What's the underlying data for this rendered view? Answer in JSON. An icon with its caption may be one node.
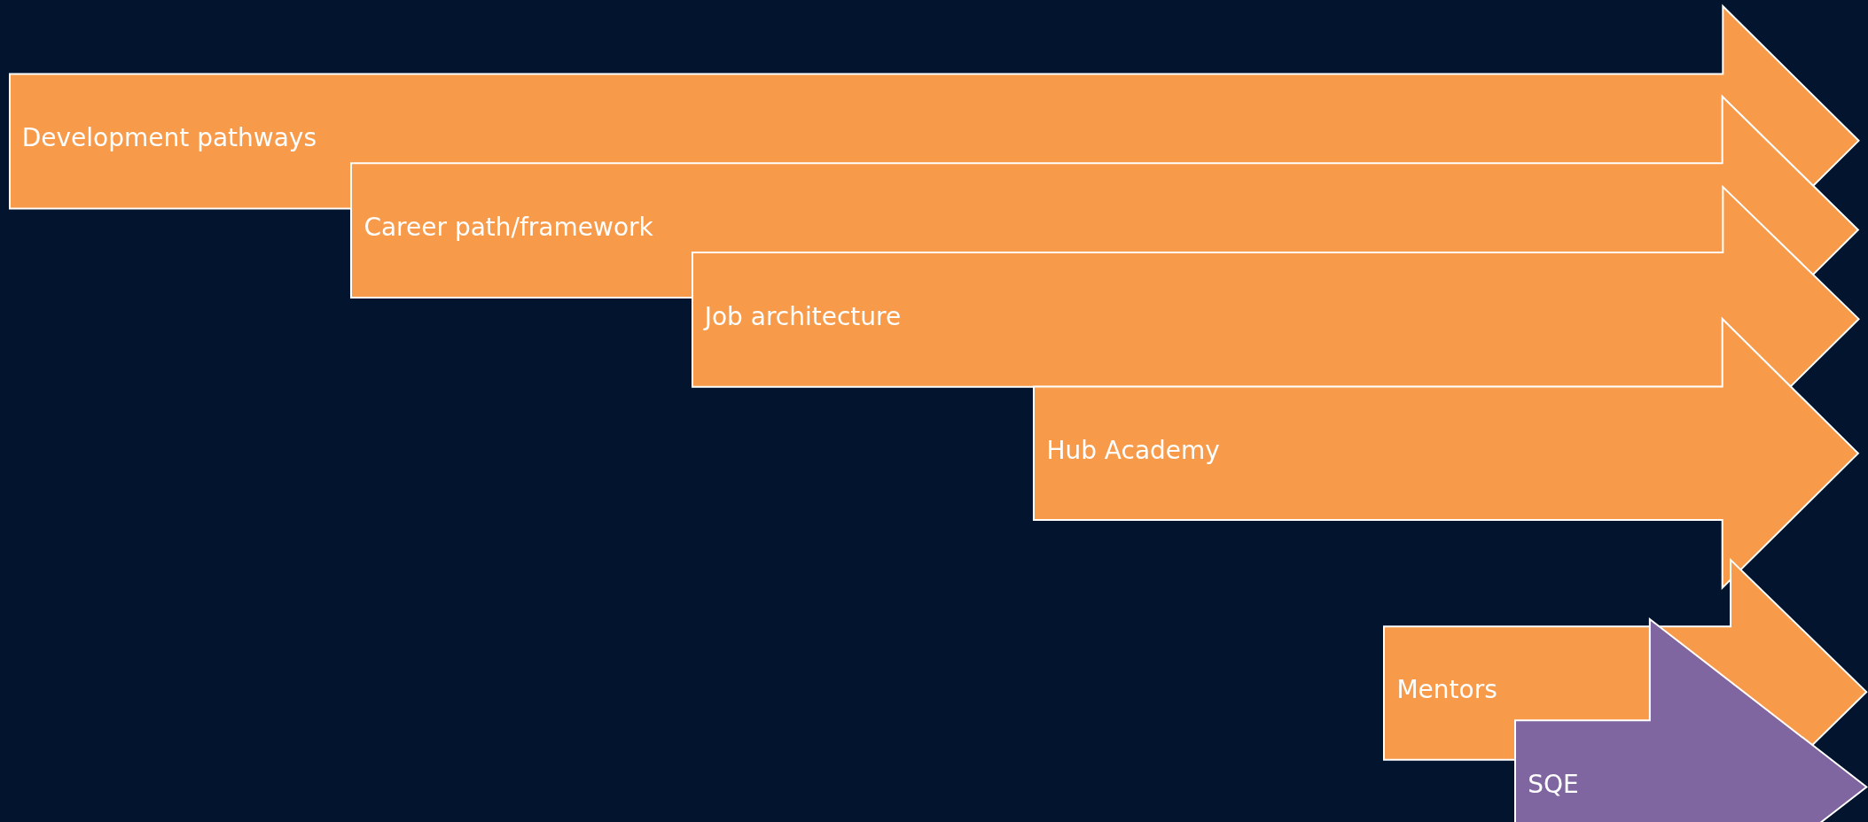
{
  "diagram": {
    "nodes": [
      {
        "text": [
          "Development pathways"
        ]
      },
      {
        "text": [
          "Career path/framework"
        ]
      },
      {
        "text": [
          "Job architecture"
        ]
      },
      {
        "text": [
          "Hub Academy"
        ]
      },
      {
        "text": [
          "Mentors"
        ]
      },
      {
        "text": [
          "SQE"
        ]
      }
    ]
  }
}
